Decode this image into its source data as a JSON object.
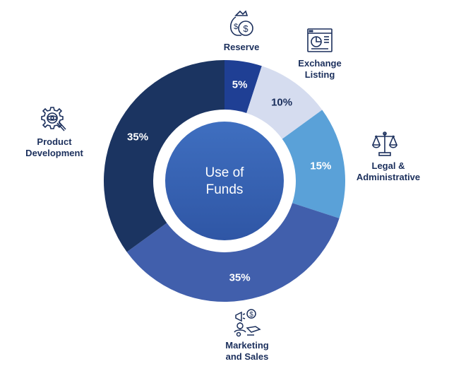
{
  "chart_data": {
    "type": "pie",
    "center_label": [
      "Use of",
      "Funds"
    ],
    "categories": [
      "Reserve",
      "Exchange\nListing",
      "Legal &\nAdministrative",
      "Marketing\nand Sales",
      "Product\nDevelopment"
    ],
    "values": [
      5,
      10,
      15,
      35,
      35
    ],
    "value_labels": [
      "5%",
      "10%",
      "15%",
      "35%",
      "35%"
    ],
    "colors": [
      "#1f3f94",
      "#d5dcef",
      "#5aa1d8",
      "#415fac",
      "#1b3461"
    ],
    "value_label_colors": [
      "#ffffff",
      "#1b2f5c",
      "#ffffff",
      "#ffffff",
      "#ffffff"
    ],
    "icons": [
      "money-bag-icon",
      "exchange-chart-icon",
      "legal-scale-icon",
      "marketing-icon",
      "product-gear-icon"
    ]
  }
}
